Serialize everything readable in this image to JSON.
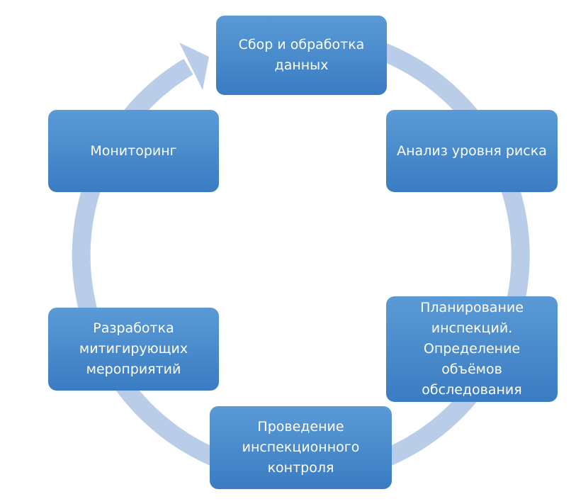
{
  "colors": {
    "box_top": "#5a9ad6",
    "box_bottom": "#3a7cc2",
    "ring": "#b9cde9",
    "text": "#ffffff"
  },
  "cycle": [
    {
      "label": "Сбор и обработка данных"
    },
    {
      "label": "Анализ уровня риска"
    },
    {
      "label": "Планирование инспекций. Определение объёмов обследования"
    },
    {
      "label": "Проведение инспекционного контроля"
    },
    {
      "label": "Разработка митигирующих мероприятий"
    },
    {
      "label": "Мониторинг"
    }
  ]
}
